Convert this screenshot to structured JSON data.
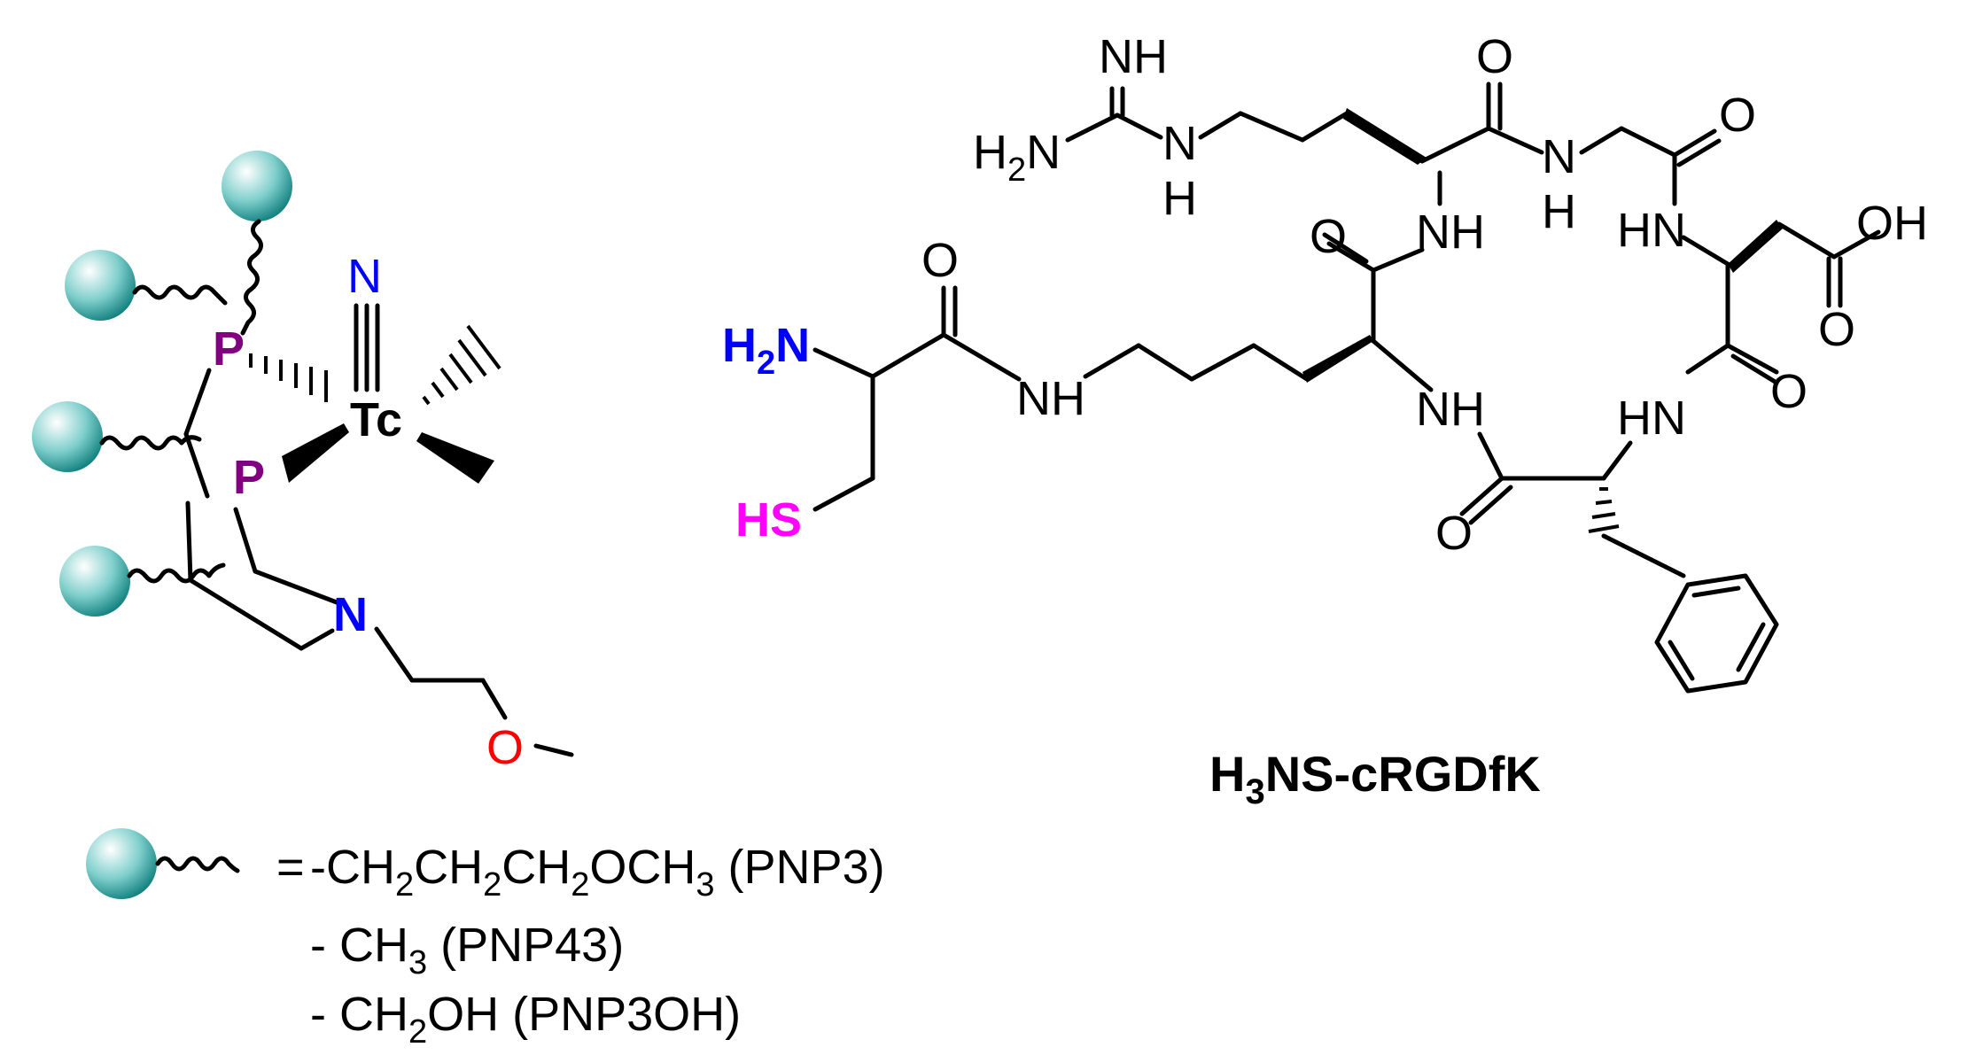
{
  "colors": {
    "phosphorus": "#800080",
    "nitrogen": "#0000ff",
    "oxygen": "#ff0000",
    "sulfur": "#ff00ff",
    "ball": "#1a9a96",
    "bond": "#000000"
  },
  "left_complex": {
    "tc_label": "Tc",
    "p_label": "P",
    "n_label": "N",
    "o_label": "O"
  },
  "legend": {
    "equals": "=",
    "line1_main": "-CH",
    "line1_tail": "CH",
    "line1_tail2": "CH",
    "line1_tail3": "OCH",
    "line1_suffix": " (PNP3)",
    "line2": "- CH",
    "line2_suffix": " (PNP43)",
    "line3_a": "- CH",
    "line3_b": "OH (PNP3OH)",
    "sub2": "2",
    "sub3": "3"
  },
  "peptide": {
    "nh": "NH",
    "hn": "HN",
    "nh2_h": "H",
    "nh2_n": "N",
    "o": "O",
    "oh": "OH",
    "h2n_left_h": "H",
    "h2n_left_n": "N",
    "hs": "HS",
    "n_label": "N",
    "h_label": "H",
    "sub2": "2"
  },
  "compound_name": {
    "prefix": "H",
    "sub": "3",
    "suffix": "NS-cRGDfK"
  }
}
